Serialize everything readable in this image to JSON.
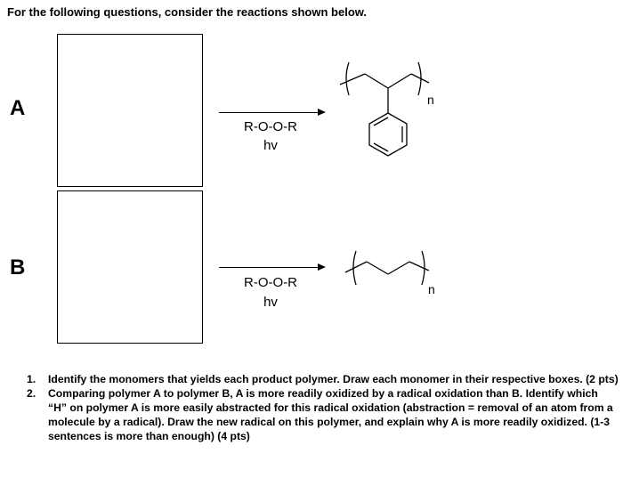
{
  "intro": "For the following questions, consider the reactions shown below.",
  "reactions": [
    {
      "label": "A",
      "reagent": "R-O-O-R",
      "condition": "hv",
      "subscript": "n"
    },
    {
      "label": "B",
      "reagent": "R-O-O-R",
      "condition": "hv",
      "subscript": "n"
    }
  ],
  "questions": [
    {
      "number": "1.",
      "text": "Identify the monomers that yields each product polymer. Draw each monomer in their respective boxes. (2 pts)"
    },
    {
      "number": "2.",
      "text": "Comparing polymer A to polymer B, A is more readily oxidized by a radical oxidation than B. Identify which “H” on polymer A is more easily abstracted for this radical oxidation (abstraction = removal of an atom from a molecule by a radical). Draw the new radical on this polymer, and explain why A is more readily oxidized. (1-3 sentences is more than enough) (4 pts)"
    }
  ]
}
